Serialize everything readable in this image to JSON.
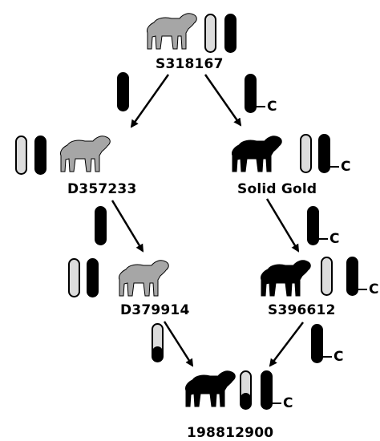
{
  "animals": [
    {
      "id": "s318167",
      "label": "S318167",
      "color": "gray"
    },
    {
      "id": "d357233",
      "label": "D357233",
      "color": "gray"
    },
    {
      "id": "solid-gold",
      "label": "Solid Gold",
      "color": "black"
    },
    {
      "id": "d379914",
      "label": "D379914",
      "color": "gray"
    },
    {
      "id": "s396612",
      "label": "S396612",
      "color": "black"
    },
    {
      "id": "198812900",
      "label": "198812900",
      "color": "black"
    }
  ],
  "marker_label": "C",
  "colors": {
    "gray_sheep": "#a6a6a6",
    "black_sheep": "#000000",
    "light_chromosome": "#dcdcdc",
    "dark_chromosome": "#000000",
    "outline": "#000000"
  }
}
